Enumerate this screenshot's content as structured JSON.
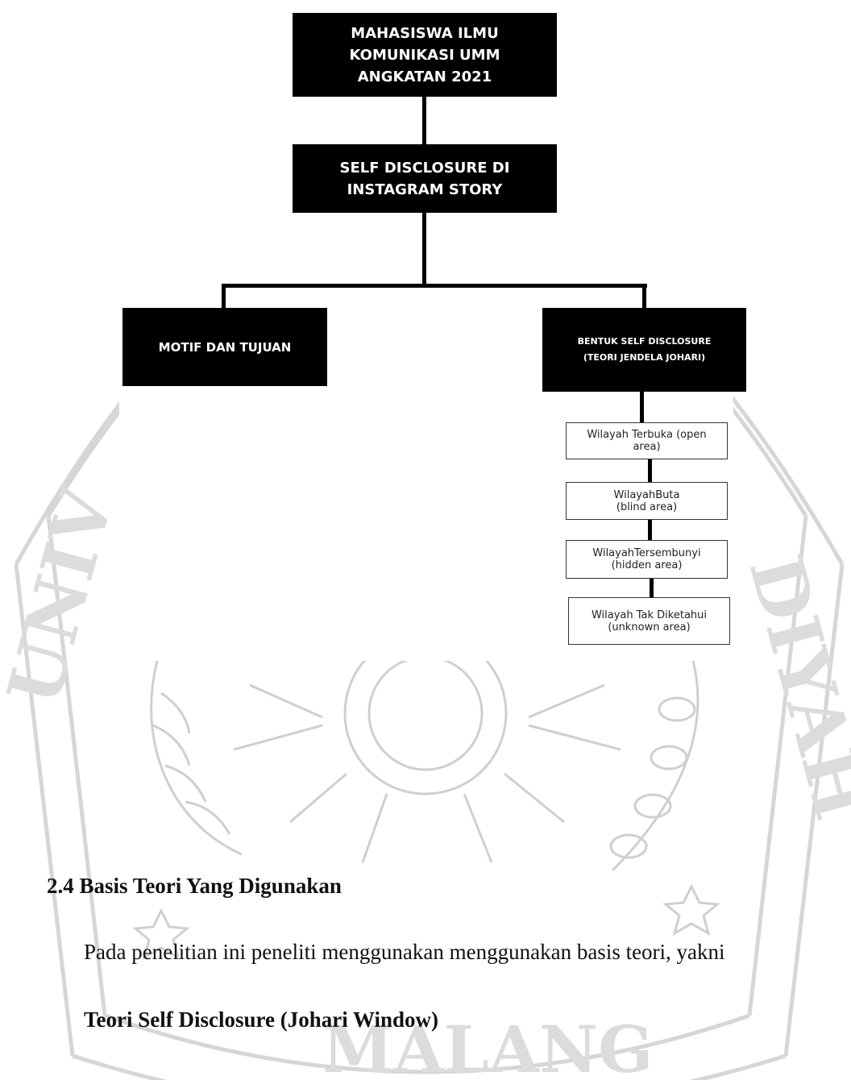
{
  "diagram": {
    "root": "MAHASISWA ILMU\nKOMUNIKASI UMM\nANGKATAN 2021",
    "level2": "SELF DISCLOSURE DI\nINSTAGRAM STORY",
    "left_branch": "MOTIF DAN TUJUAN",
    "right_branch": "BENTUK SELF DISCLOSURE\n(TEORI JENDELA JOHARI)",
    "areas": [
      "Wilayah Terbuka (open\narea)",
      "WilayahButa\n(blind area)",
      "WilayahTersembunyi\n(hidden area)",
      "Wilayah Tak Diketahui\n(unknown area)"
    ]
  },
  "section": {
    "heading": "2.4 Basis Teori Yang Digunakan",
    "paragraph": "Pada penelitian ini peneliti menggunakan  menggunakan basis teori, yakni",
    "subheading": "Teori Self Disclosure (Johari Window)"
  },
  "watermark": {
    "text": "UNIVERSITAS MUHAMMADIYAH MALANG"
  }
}
